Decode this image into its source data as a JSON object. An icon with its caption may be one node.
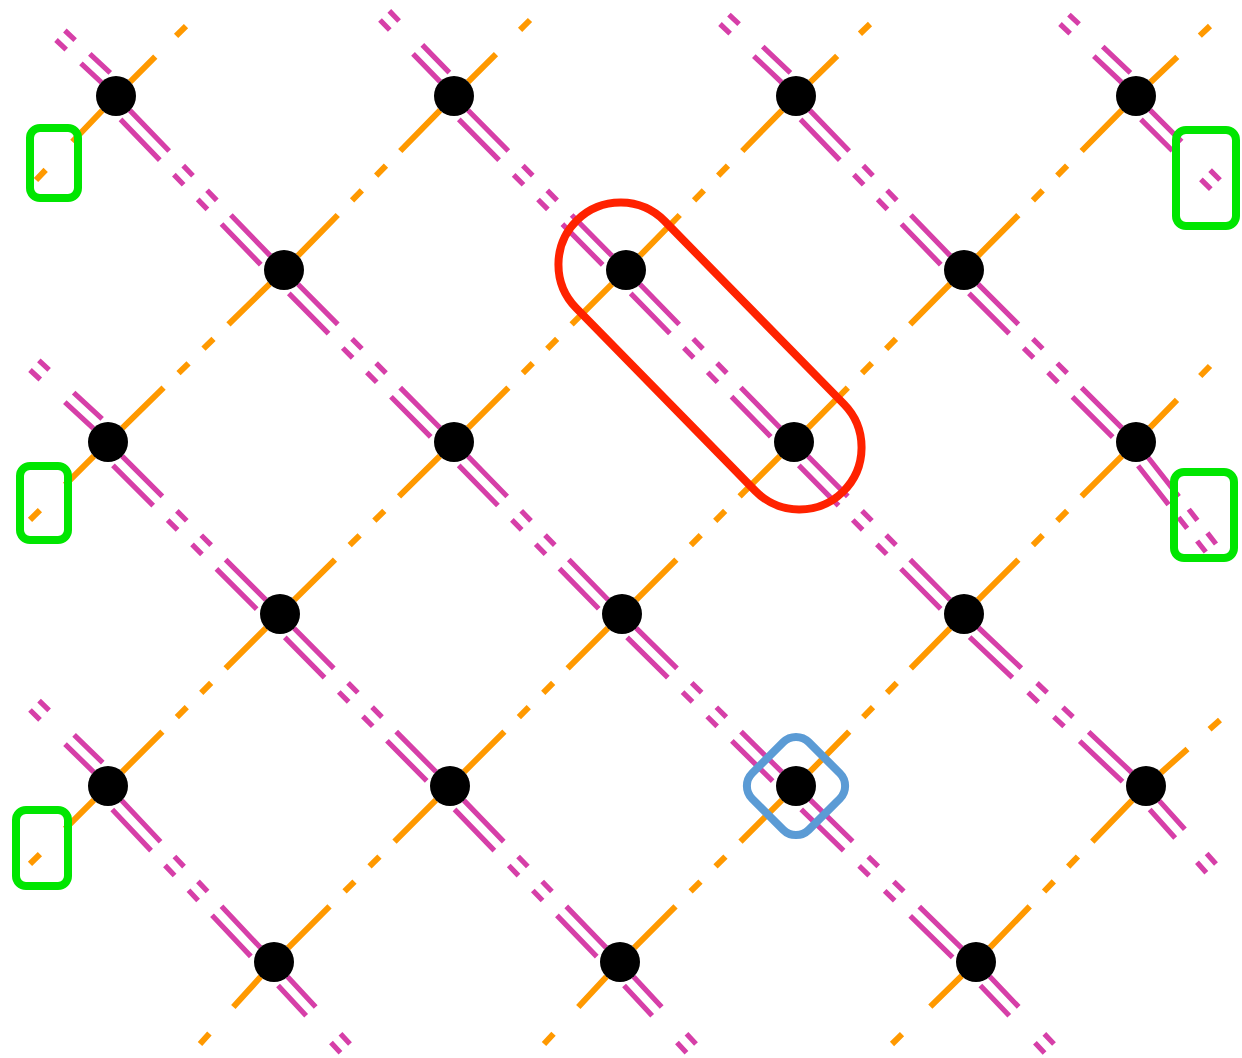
{
  "diagram": {
    "nodes": [
      {
        "text": [],
        "shape": "circle"
      },
      {
        "text": [],
        "shape": "circle"
      },
      {
        "text": [],
        "shape": "circle"
      },
      {
        "text": [],
        "shape": "circle"
      },
      {
        "text": [],
        "shape": "circle"
      },
      {
        "text": [],
        "shape": "circle"
      },
      {
        "text": [],
        "shape": "circle"
      },
      {
        "text": [],
        "shape": "circle"
      },
      {
        "text": [],
        "shape": "circle"
      },
      {
        "text": [],
        "shape": "circle"
      },
      {
        "text": [],
        "shape": "circle"
      },
      {
        "text": [],
        "shape": "circle"
      },
      {
        "text": [],
        "shape": "circle"
      },
      {
        "text": [],
        "shape": "circle"
      },
      {
        "text": [],
        "shape": "circle"
      },
      {
        "text": [],
        "shape": "circle"
      },
      {
        "text": [],
        "shape": "circle"
      },
      {
        "text": [],
        "shape": "circle"
      },
      {
        "text": [],
        "shape": "circle"
      },
      {
        "text": [],
        "shape": "circle"
      },
      {
        "text": [],
        "shape": "circle"
      }
    ],
    "edges": [
      {
        "from": 0,
        "to": null,
        "arrow": "none",
        "color": "#d63fa8"
      },
      {
        "from": 0,
        "to": 4,
        "arrow": "none",
        "color": "#d63fa8"
      },
      {
        "from": 4,
        "to": 8,
        "arrow": "none",
        "color": "#d63fa8"
      },
      {
        "from": 8,
        "to": 12,
        "arrow": "none",
        "color": "#d63fa8"
      },
      {
        "from": 12,
        "to": 16,
        "arrow": "none",
        "color": "#d63fa8"
      },
      {
        "from": 16,
        "to": 20,
        "arrow": "none",
        "color": "#d63fa8"
      },
      {
        "from": 20,
        "to": null,
        "arrow": "none",
        "color": "#d63fa8"
      },
      {
        "from": 1,
        "to": null,
        "arrow": "none",
        "color": "#d63fa8"
      },
      {
        "from": 1,
        "to": 5,
        "arrow": "none",
        "color": "#d63fa8"
      },
      {
        "from": 5,
        "to": 9,
        "arrow": "none",
        "color": "#d63fa8"
      },
      {
        "from": 9,
        "to": 13,
        "arrow": "none",
        "color": "#d63fa8"
      },
      {
        "from": 13,
        "to": 17,
        "arrow": "none",
        "color": "#d63fa8"
      },
      {
        "from": 17,
        "to": null,
        "arrow": "none",
        "color": "#d63fa8"
      },
      {
        "from": 2,
        "to": null,
        "arrow": "none",
        "color": "#d63fa8"
      },
      {
        "from": 2,
        "to": 6,
        "arrow": "none",
        "color": "#d63fa8"
      },
      {
        "from": 6,
        "to": 10,
        "arrow": "none",
        "color": "#d63fa8"
      },
      {
        "from": 10,
        "to": null,
        "arrow": "none",
        "color": "#d63fa8"
      },
      {
        "from": 3,
        "to": null,
        "arrow": "none",
        "color": "#d63fa8"
      },
      {
        "from": 3,
        "to": null,
        "arrow": "none",
        "color": "#d63fa8"
      },
      {
        "from": 7,
        "to": null,
        "arrow": "none",
        "color": "#d63fa8"
      },
      {
        "from": 7,
        "to": 11,
        "arrow": "none",
        "color": "#d63fa8"
      },
      {
        "from": 11,
        "to": 15,
        "arrow": "none",
        "color": "#d63fa8"
      },
      {
        "from": 15,
        "to": 19,
        "arrow": "none",
        "color": "#d63fa8"
      },
      {
        "from": 19,
        "to": null,
        "arrow": "none",
        "color": "#d63fa8"
      },
      {
        "from": 14,
        "to": null,
        "arrow": "none",
        "color": "#d63fa8"
      },
      {
        "from": 14,
        "to": 18,
        "arrow": "none",
        "color": "#d63fa8"
      },
      {
        "from": 18,
        "to": null,
        "arrow": "none",
        "color": "#d63fa8"
      },
      {
        "from": 0,
        "to": null,
        "arrow": "none",
        "color": "#ff9900"
      },
      {
        "from": 0,
        "to": null,
        "arrow": "none",
        "color": "#ff9900"
      },
      {
        "from": 7,
        "to": null,
        "arrow": "none",
        "color": "#ff9900"
      },
      {
        "from": 7,
        "to": 4,
        "arrow": "none",
        "color": "#ff9900"
      },
      {
        "from": 4,
        "to": 1,
        "arrow": "none",
        "color": "#ff9900"
      },
      {
        "from": 1,
        "to": null,
        "arrow": "none",
        "color": "#ff9900"
      },
      {
        "from": 14,
        "to": null,
        "arrow": "none",
        "color": "#ff9900"
      },
      {
        "from": 14,
        "to": 11,
        "arrow": "none",
        "color": "#ff9900"
      },
      {
        "from": 11,
        "to": 8,
        "arrow": "none",
        "color": "#ff9900"
      },
      {
        "from": 8,
        "to": 5,
        "arrow": "none",
        "color": "#ff9900"
      },
      {
        "from": 5,
        "to": 2,
        "arrow": "none",
        "color": "#ff9900"
      },
      {
        "from": 2,
        "to": null,
        "arrow": "none",
        "color": "#ff9900"
      },
      {
        "from": 18,
        "to": null,
        "arrow": "none",
        "color": "#ff9900"
      },
      {
        "from": 18,
        "to": 15,
        "arrow": "none",
        "color": "#ff9900"
      },
      {
        "from": 15,
        "to": 12,
        "arrow": "none",
        "color": "#ff9900"
      },
      {
        "from": 12,
        "to": 9,
        "arrow": "none",
        "color": "#ff9900"
      },
      {
        "from": 9,
        "to": 6,
        "arrow": "none",
        "color": "#ff9900"
      },
      {
        "from": 6,
        "to": 3,
        "arrow": "none",
        "color": "#ff9900"
      },
      {
        "from": 3,
        "to": null,
        "arrow": "none",
        "color": "#ff9900"
      },
      {
        "from": 19,
        "to": null,
        "arrow": "none",
        "color": "#ff9900"
      },
      {
        "from": 19,
        "to": 16,
        "arrow": "none",
        "color": "#ff9900"
      },
      {
        "from": 16,
        "to": 13,
        "arrow": "none",
        "color": "#ff9900"
      },
      {
        "from": 13,
        "to": 10,
        "arrow": "none",
        "color": "#ff9900"
      },
      {
        "from": 10,
        "to": null,
        "arrow": "none",
        "color": "#ff9900"
      },
      {
        "from": 20,
        "to": null,
        "arrow": "none",
        "color": "#ff9900"
      },
      {
        "from": 20,
        "to": 17,
        "arrow": "none",
        "color": "#ff9900"
      },
      {
        "from": 17,
        "to": null,
        "arrow": "none",
        "color": "#ff9900"
      }
    ]
  }
}
